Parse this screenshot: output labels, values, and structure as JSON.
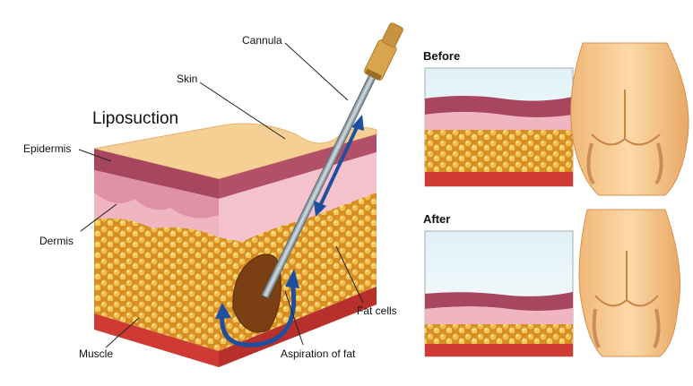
{
  "title": "Liposuction",
  "labels": {
    "cannula": "Cannula",
    "skin": "Skin",
    "epidermis": "Epidermis",
    "dermis": "Dermis",
    "fat_cells": "Fat cells",
    "muscle": "Muscle",
    "aspiration": "Aspiration of fat"
  },
  "panels": {
    "before": "Before",
    "after": "After"
  },
  "colors": {
    "skin_surface": "#f3c98b",
    "epidermis": "#a44a63",
    "dermis": "#f0b9c4",
    "fat": "#e9a634",
    "muscle": "#d6423a",
    "arrow": "#1d4fa0",
    "cannula_tip": "#d9a84f",
    "cannula_shaft": "#8b9aa4"
  }
}
